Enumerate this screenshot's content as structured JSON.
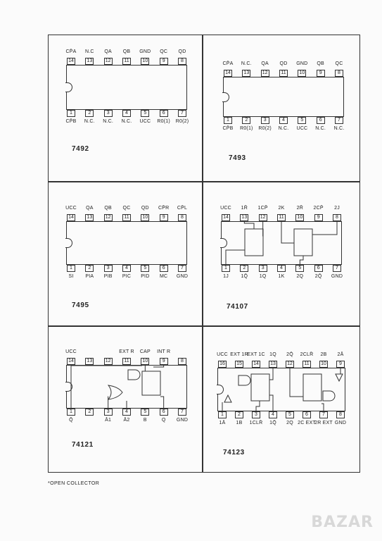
{
  "packages": [
    {
      "part": "7492",
      "top_pins": [
        {
          "num": "14",
          "label": "CP̄A"
        },
        {
          "num": "13",
          "label": "N.C"
        },
        {
          "num": "12",
          "label": "QA"
        },
        {
          "num": "11",
          "label": "QB"
        },
        {
          "num": "10",
          "label": "GND"
        },
        {
          "num": "9",
          "label": "QC"
        },
        {
          "num": "8",
          "label": "QD"
        }
      ],
      "bottom_pins": [
        {
          "num": "1",
          "label": "CP̄B"
        },
        {
          "num": "2",
          "label": "N.C."
        },
        {
          "num": "3",
          "label": "N.C."
        },
        {
          "num": "4",
          "label": "N.C."
        },
        {
          "num": "5",
          "label": "UCC"
        },
        {
          "num": "6",
          "label": "R0(1)"
        },
        {
          "num": "7",
          "label": "R0(2)"
        }
      ]
    },
    {
      "part": "7493",
      "top_pins": [
        {
          "num": "14",
          "label": "CP̄A"
        },
        {
          "num": "13",
          "label": "N.C."
        },
        {
          "num": "12",
          "label": "QA"
        },
        {
          "num": "11",
          "label": "QD"
        },
        {
          "num": "10",
          "label": "GND"
        },
        {
          "num": "9",
          "label": "QB"
        },
        {
          "num": "8",
          "label": "QC"
        }
      ],
      "bottom_pins": [
        {
          "num": "1",
          "label": "CP̄B"
        },
        {
          "num": "2",
          "label": "R0(1)"
        },
        {
          "num": "3",
          "label": "R0(2)"
        },
        {
          "num": "4",
          "label": "N.C."
        },
        {
          "num": "5",
          "label": "UCC"
        },
        {
          "num": "6",
          "label": "N.C."
        },
        {
          "num": "7",
          "label": "N.C."
        }
      ]
    },
    {
      "part": "7495",
      "top_pins": [
        {
          "num": "14",
          "label": "UCC"
        },
        {
          "num": "13",
          "label": "QA"
        },
        {
          "num": "12",
          "label": "QB"
        },
        {
          "num": "11",
          "label": "QC"
        },
        {
          "num": "10",
          "label": "QD"
        },
        {
          "num": "9",
          "label": "CP̄R"
        },
        {
          "num": "8",
          "label": "CP̄L"
        }
      ],
      "bottom_pins": [
        {
          "num": "1",
          "label": "SI"
        },
        {
          "num": "2",
          "label": "PIA"
        },
        {
          "num": "3",
          "label": "PIB"
        },
        {
          "num": "4",
          "label": "PIC"
        },
        {
          "num": "5",
          "label": "PID"
        },
        {
          "num": "6",
          "label": "MC"
        },
        {
          "num": "7",
          "label": "GND"
        }
      ]
    },
    {
      "part": "74107",
      "top_pins": [
        {
          "num": "14",
          "label": "UCC"
        },
        {
          "num": "13",
          "label": "1R̄"
        },
        {
          "num": "12",
          "label": "1CP̄"
        },
        {
          "num": "11",
          "label": "2K"
        },
        {
          "num": "10",
          "label": "2R̄"
        },
        {
          "num": "9",
          "label": "2CP̄"
        },
        {
          "num": "8",
          "label": "2J"
        }
      ],
      "bottom_pins": [
        {
          "num": "1",
          "label": "1J"
        },
        {
          "num": "2",
          "label": "1Q̄"
        },
        {
          "num": "3",
          "label": "1Q"
        },
        {
          "num": "4",
          "label": "1K"
        },
        {
          "num": "5",
          "label": "2Q"
        },
        {
          "num": "6",
          "label": "2Q̄"
        },
        {
          "num": "7",
          "label": "GND"
        }
      ]
    },
    {
      "part": "74121",
      "top_pins": [
        {
          "num": "14",
          "label": "UCC"
        },
        {
          "num": "13",
          "label": ""
        },
        {
          "num": "12",
          "label": ""
        },
        {
          "num": "11",
          "label": "EXT R"
        },
        {
          "num": "10",
          "label": "CAP"
        },
        {
          "num": "9",
          "label": "INT R"
        },
        {
          "num": "8",
          "label": ""
        }
      ],
      "bottom_pins": [
        {
          "num": "1",
          "label": "Q̄"
        },
        {
          "num": "2",
          "label": ""
        },
        {
          "num": "3",
          "label": "Ā1"
        },
        {
          "num": "4",
          "label": "Ā2"
        },
        {
          "num": "5",
          "label": "B"
        },
        {
          "num": "6",
          "label": "Q"
        },
        {
          "num": "7",
          "label": "GND"
        }
      ]
    },
    {
      "part": "74123",
      "top_pins": [
        {
          "num": "16",
          "label": "UCC"
        },
        {
          "num": "15",
          "label": "EXT 1R"
        },
        {
          "num": "14",
          "label": "EXT 1C"
        },
        {
          "num": "13",
          "label": "1Q"
        },
        {
          "num": "12",
          "label": "2Q̄"
        },
        {
          "num": "11",
          "label": "2CLR̄"
        },
        {
          "num": "10",
          "label": "2B"
        },
        {
          "num": "9",
          "label": "2Ā"
        }
      ],
      "bottom_pins": [
        {
          "num": "1",
          "label": "1Ā"
        },
        {
          "num": "2",
          "label": "1B"
        },
        {
          "num": "3",
          "label": "1CLR̄"
        },
        {
          "num": "4",
          "label": "1Q̄"
        },
        {
          "num": "5",
          "label": "2Q"
        },
        {
          "num": "6",
          "label": "2C EXT"
        },
        {
          "num": "7",
          "label": "2R EXT"
        },
        {
          "num": "8",
          "label": "GND"
        }
      ]
    }
  ],
  "footnote": "*OPEN COLLECTOR",
  "watermark": "BAZAR"
}
